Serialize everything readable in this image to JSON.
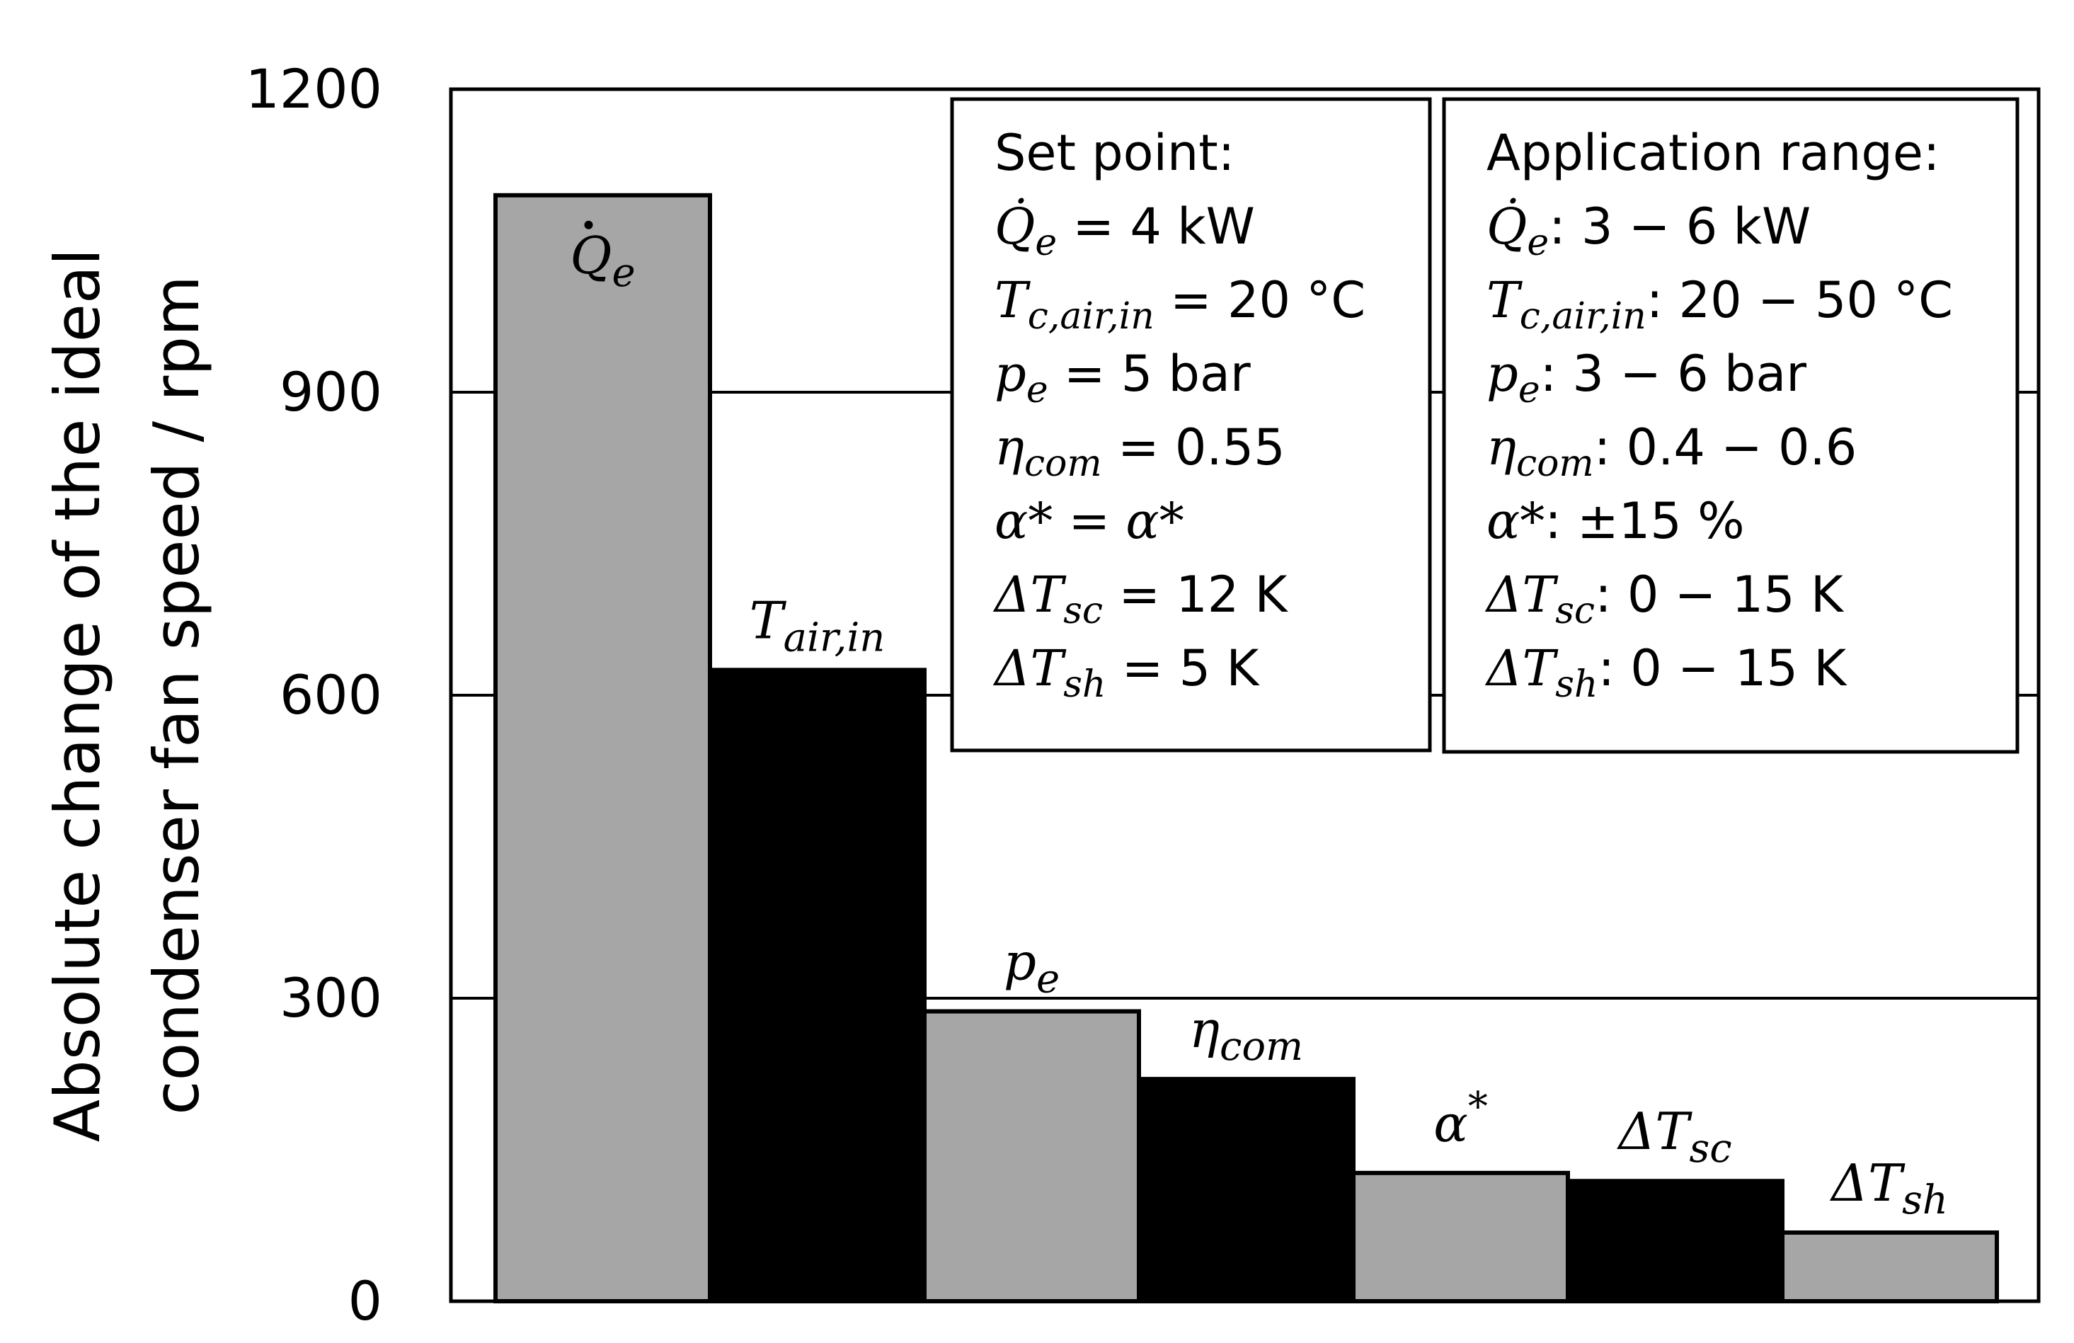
{
  "chart_data": {
    "type": "bar",
    "categories": [
      {
        "label": "Q",
        "dot": true,
        "sub": "e"
      },
      {
        "label": "T",
        "sub": "air,in"
      },
      {
        "label": "p",
        "sub": "e"
      },
      {
        "label": "η",
        "sub": "com"
      },
      {
        "label": "α",
        "sup": "*"
      },
      {
        "label": "ΔT",
        "sub": "sc"
      },
      {
        "label": "ΔT",
        "sub": "sh"
      }
    ],
    "values": [
      1095,
      625,
      287,
      220,
      127,
      119,
      68
    ],
    "bar_colors": [
      "#a6a6a6",
      "#000000",
      "#a6a6a6",
      "#000000",
      "#a6a6a6",
      "#000000",
      "#a6a6a6"
    ],
    "ylabel_line1": "Absolute change of the ideal",
    "ylabel_line2": "condenser fan speed / rpm",
    "ylim": [
      0,
      1200
    ],
    "yticks": [
      "0",
      "300",
      "600",
      "900",
      "1200"
    ],
    "grid": "horizontal",
    "set_point_box": {
      "title": "Set point:",
      "lines": [
        [
          "Q̇",
          "e",
          " = 4 kW"
        ],
        [
          "T",
          "c,air,in",
          " = 20 °C"
        ],
        [
          "p",
          "e",
          " = 5 bar"
        ],
        [
          "η",
          "com",
          " = 0.55"
        ],
        [
          "α* = α*",
          "",
          ""
        ],
        [
          "ΔT",
          "sc",
          " = 12 K"
        ],
        [
          "ΔT",
          "sh",
          " = 5 K"
        ]
      ]
    },
    "application_range_box": {
      "title": "Application range:",
      "lines": [
        [
          "Q̇",
          "e",
          ": 3  − 6 kW"
        ],
        [
          "T",
          "c,air,in",
          ": 20  − 50 °C"
        ],
        [
          "p",
          "e",
          ": 3  − 6 bar"
        ],
        [
          "η",
          "com",
          ": 0.4  − 0.6"
        ],
        [
          "α*",
          "",
          ":  ±15 %"
        ],
        [
          "ΔT",
          "sc",
          ": 0  − 15 K"
        ],
        [
          "ΔT",
          "sh",
          ": 0  − 15 K"
        ]
      ]
    }
  }
}
